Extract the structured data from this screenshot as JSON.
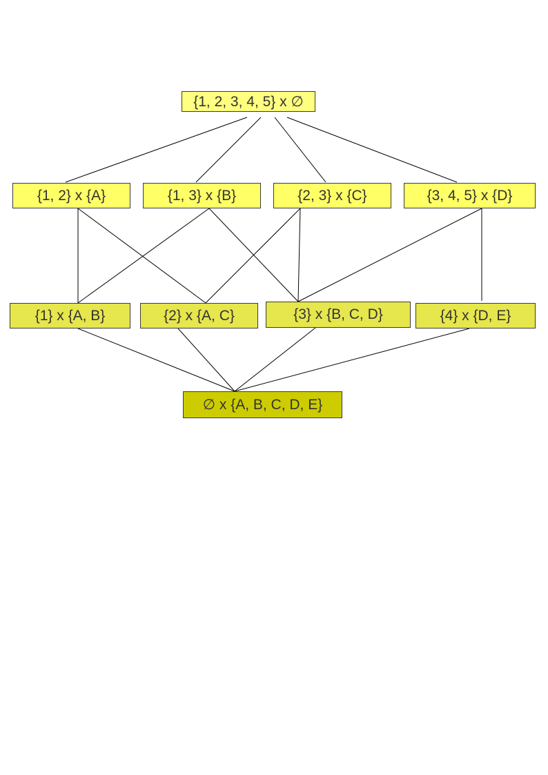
{
  "diagram": {
    "nodes": {
      "top": "{1, 2, 3, 4, 5} x ∅",
      "n12_A": "{1, 2} x {A}",
      "n13_B": "{1, 3} x {B}",
      "n23_C": "{2, 3} x {C}",
      "n345_D": "{3, 4, 5} x {D}",
      "n1_AB": "{1} x {A, B}",
      "n2_AC": "{2} x {A, C}",
      "n3_BCD": "{3} x {B, C, D}",
      "n4_DE": "{4} x {D, E}",
      "bottom": "∅ x {A, B, C, D, E}"
    },
    "edges": [
      [
        "top",
        "n12_A"
      ],
      [
        "top",
        "n13_B"
      ],
      [
        "top",
        "n23_C"
      ],
      [
        "top",
        "n345_D"
      ],
      [
        "n12_A",
        "n1_AB"
      ],
      [
        "n12_A",
        "n2_AC"
      ],
      [
        "n13_B",
        "n1_AB"
      ],
      [
        "n13_B",
        "n3_BCD"
      ],
      [
        "n23_C",
        "n2_AC"
      ],
      [
        "n23_C",
        "n3_BCD"
      ],
      [
        "n345_D",
        "n3_BCD"
      ],
      [
        "n345_D",
        "n4_DE"
      ],
      [
        "n1_AB",
        "bottom"
      ],
      [
        "n2_AC",
        "bottom"
      ],
      [
        "n3_BCD",
        "bottom"
      ],
      [
        "n4_DE",
        "bottom"
      ]
    ],
    "colors": {
      "top_fill": "#ffff80",
      "level1_fill": "#ffff66",
      "level2_fill": "#e6e64d",
      "bottom_fill": "#cccc00",
      "edge": "#000000",
      "text": "#333333"
    }
  }
}
